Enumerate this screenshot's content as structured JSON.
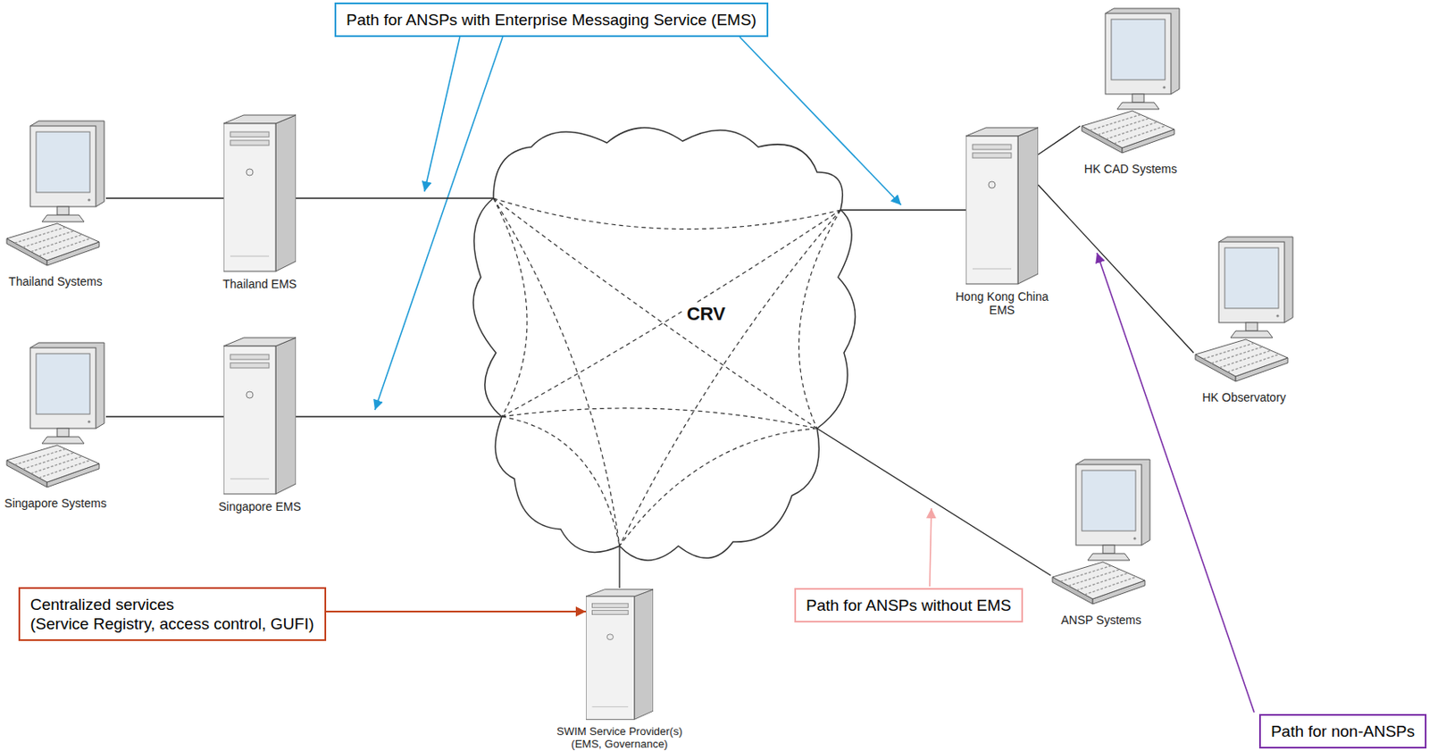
{
  "diagram": {
    "nodes": [
      {
        "text": [
          "Path for ANSPs with Enterprise Messaging Service (EMS)"
        ]
      },
      {
        "text": [
          "HK CAD Systems"
        ]
      },
      {
        "text": [
          "Thailand Systems"
        ]
      },
      {
        "text": [
          "Thailand EMS"
        ]
      },
      {
        "text": [
          "CRV"
        ]
      },
      {
        "text": [
          "Hong Kong China EMS"
        ]
      },
      {
        "text": [
          "HK Observatory"
        ]
      },
      {
        "text": [
          "Singapore Systems"
        ]
      },
      {
        "text": [
          "Singapore EMS"
        ]
      },
      {
        "text": [
          "ANSP Systems"
        ]
      },
      {
        "text": [
          "Centralized services",
          "(Service Registry, access control, GUFI)"
        ]
      },
      {
        "text": [
          "Path for ANSPs without EMS"
        ]
      },
      {
        "text": [
          "SWIM Service Provider(s) (EMS, Governance)"
        ]
      },
      {
        "text": [
          "Path for non-ANSPs"
        ]
      }
    ],
    "edges": [
      {
        "from": 2,
        "to": 3,
        "arrow": "none"
      },
      {
        "from": 3,
        "to": 4,
        "arrow": "none"
      },
      {
        "from": 7,
        "to": 8,
        "arrow": "none"
      },
      {
        "from": 8,
        "to": 4,
        "arrow": "none"
      },
      {
        "from": 4,
        "to": 5,
        "arrow": "none"
      },
      {
        "from": 5,
        "to": 1,
        "arrow": "none"
      },
      {
        "from": 5,
        "to": 6,
        "arrow": "none"
      },
      {
        "from": 4,
        "to": 9,
        "arrow": "none"
      },
      {
        "from": 4,
        "to": 12,
        "arrow": "none"
      },
      {
        "from": 10,
        "to": 12,
        "arrow": "to"
      }
    ]
  }
}
